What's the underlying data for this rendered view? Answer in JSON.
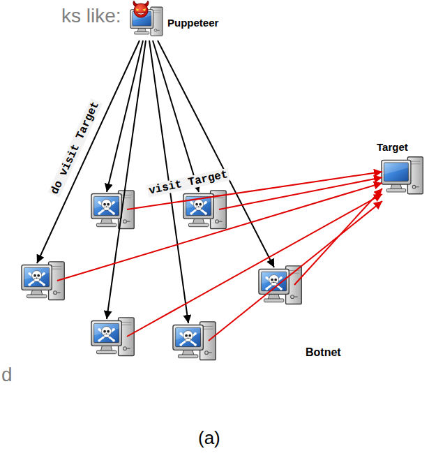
{
  "diagram": {
    "caption": "(a)",
    "nodes": [
      {
        "text": [
          "Puppeteer"
        ]
      },
      {
        "text": [
          "Target"
        ]
      },
      {
        "text": [
          "Botnet"
        ]
      }
    ],
    "edges": [
      {
        "from": 0,
        "to": 2,
        "label": "do visit Target",
        "arrow": "to"
      },
      {
        "from": 2,
        "to": 1,
        "label": "visit Target",
        "arrow": "to"
      }
    ],
    "labels": [
      "ks like:",
      "d"
    ]
  }
}
